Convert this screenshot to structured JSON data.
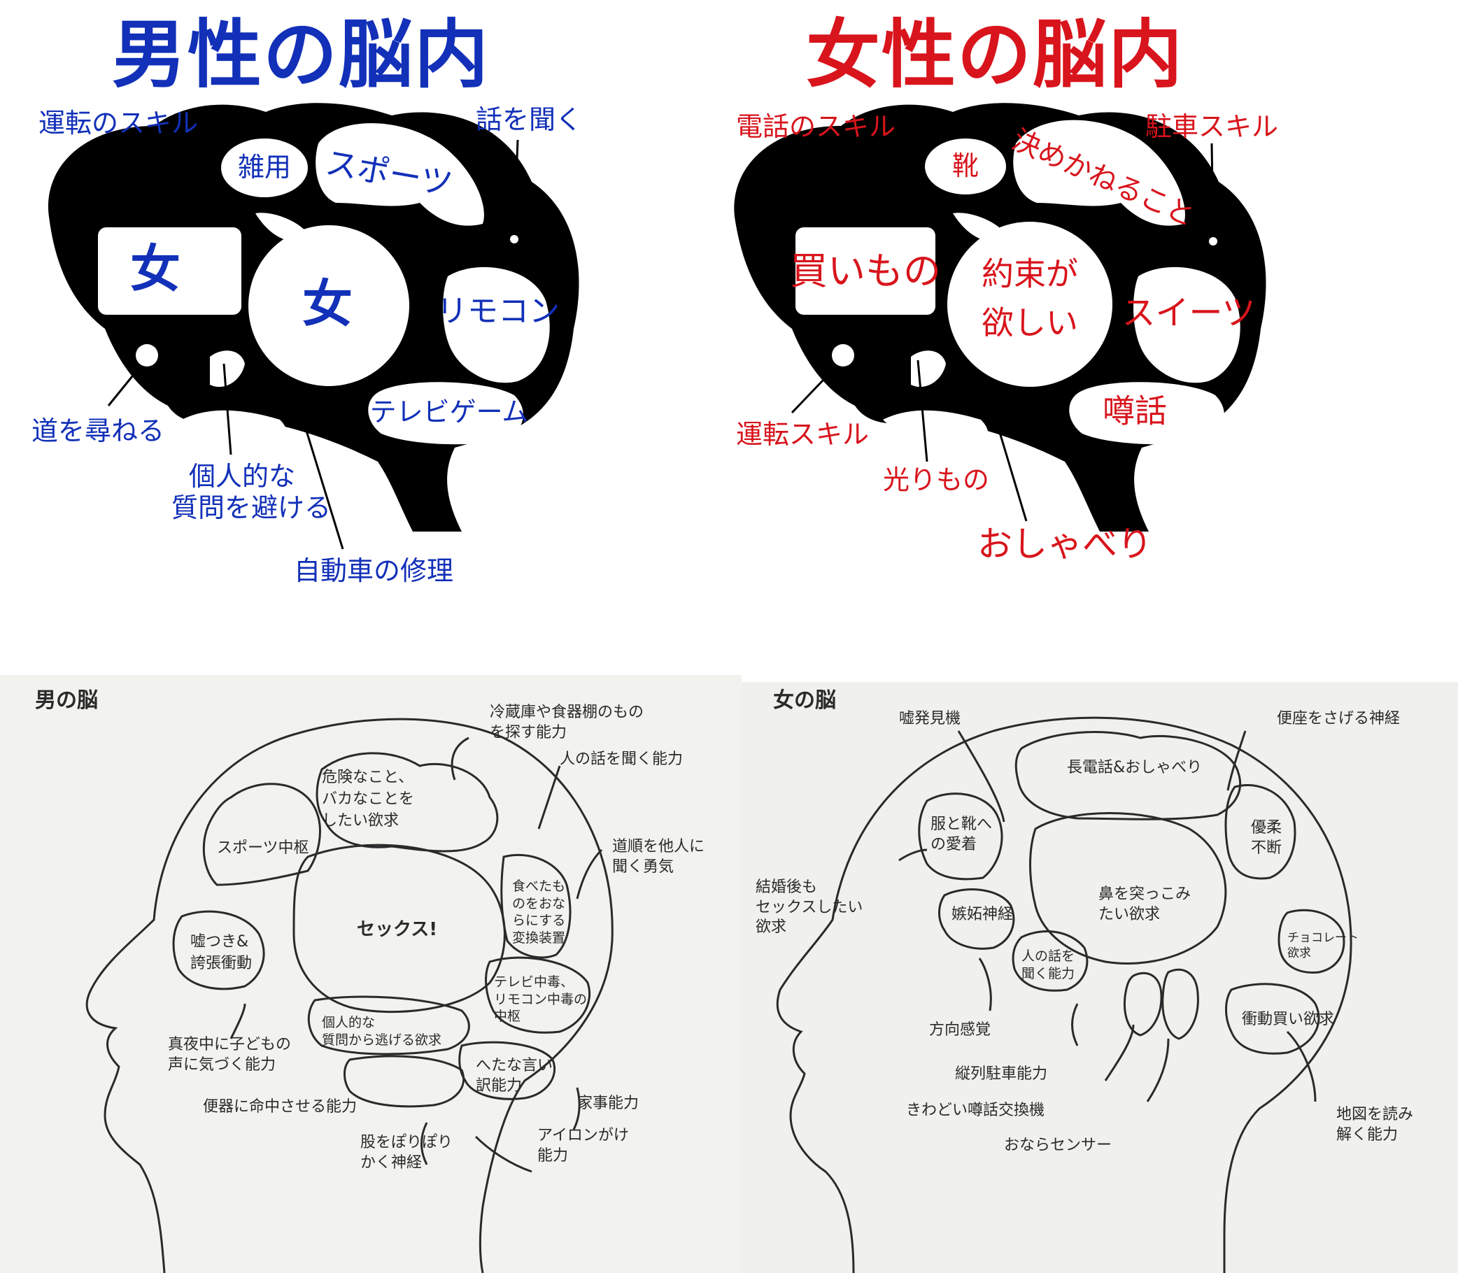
{
  "male_brain": {
    "title": "男性の脳内",
    "regions": {
      "woman_box": "女",
      "woman_circle": "女",
      "chores": "雑用",
      "sports": "スポーツ",
      "remote": "リモコン",
      "videogame": "テレビゲーム"
    },
    "callouts": {
      "driving": "運転のスキル",
      "listening": "話を聞く",
      "directions": "道を尋ねる",
      "personal": [
        "個人的な",
        "質問を避ける"
      ],
      "car_repair": "自動車の修理"
    },
    "colors": {
      "text": "#1230b8",
      "brain": "#000000"
    }
  },
  "female_brain": {
    "title": "女性の脳内",
    "regions": {
      "shoes": "靴",
      "indecision": "決めかねること",
      "shopping": "買いもの",
      "promise": [
        "約束が",
        "欲しい"
      ],
      "sweets": "スイーツ",
      "gossip": "噂話"
    },
    "callouts": {
      "phone": "電話のスキル",
      "parking": "駐車スキル",
      "driving": "運転スキル",
      "shiny": "光りもの",
      "chatter": "おしゃべり"
    },
    "colors": {
      "text": "#d8141c",
      "brain": "#000000"
    }
  },
  "man_sketch": {
    "heading": "男の脳",
    "regions": {
      "danger": [
        "危険なこと、",
        "バカなことを",
        "したい欲求"
      ],
      "sports": "スポーツ中枢",
      "sex": "セックス!",
      "food": [
        "食べたも",
        "のをおな",
        "らにする",
        "変換装置"
      ],
      "lying": [
        "嘘つき&",
        "誇張衝動"
      ],
      "tv": [
        "テレビ中毒、",
        "リモコン中毒の",
        "中枢"
      ],
      "avoid": [
        "個人的な",
        "質問から逃げる欲求"
      ],
      "excuses": [
        "へたな言い",
        "訳能力"
      ]
    },
    "callouts": {
      "fridge": [
        "冷蔵庫や食器棚のもの",
        "を探す能力"
      ],
      "listen": "人の話を聞く能力",
      "ask_way": [
        "道順を他人に",
        "聞く勇気"
      ],
      "night_child": [
        "真夜中に子どもの",
        "声に気づく能力"
      ],
      "toilet": "便器に命中させる能力",
      "scratch": [
        "股をぽりぽり",
        "かく神経"
      ],
      "housework": "家事能力",
      "ironing": [
        "アイロンがけ",
        "能力"
      ]
    }
  },
  "woman_sketch": {
    "heading": "女の脳",
    "regions": {
      "long_call": "長電話&おしゃべり",
      "clothes": [
        "服と靴へ",
        "の愛着"
      ],
      "jealousy": "嫉妬神経",
      "meddle": [
        "鼻を突っこみ",
        "たい欲求"
      ],
      "indecisive": [
        "優柔",
        "不断"
      ],
      "listen": [
        "人の話を",
        "聞く能力"
      ],
      "chocolate": [
        "チョコレート",
        "欲求"
      ],
      "impulse": "衝動買い欲求"
    },
    "callouts": {
      "lie_detector": "嘘発見機",
      "toilet_seat": "便座をさげる神経",
      "married": [
        "結婚後も",
        "セックスしたい",
        "欲求"
      ],
      "direction": "方向感覚",
      "parallel": "縦列駐車能力",
      "gossip": "きわどい噂話交換機",
      "fart": "おならセンサー",
      "map": [
        "地図を読み",
        "解く能力"
      ]
    }
  }
}
